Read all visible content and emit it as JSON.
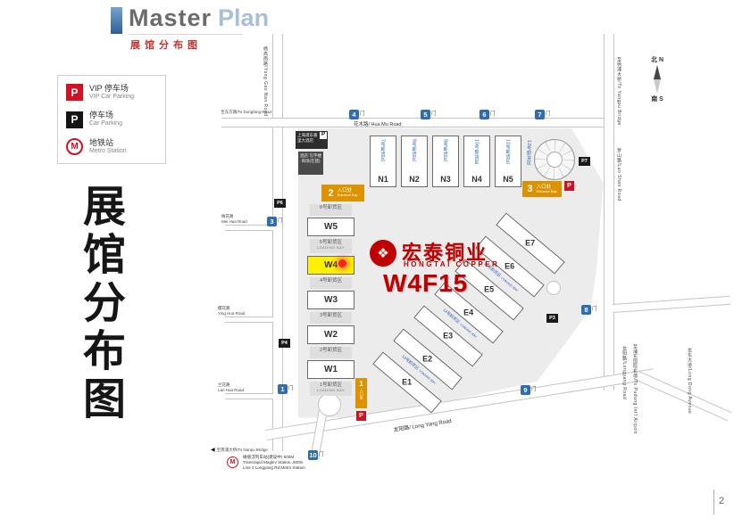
{
  "header": {
    "title_master": "Master",
    "title_plan": "Plan",
    "subtitle": "展馆分布图"
  },
  "legend": {
    "items": [
      {
        "icon": "vip-parking-icon",
        "symbol": "P",
        "zh": "VIP 停车场",
        "en": "VIP Car Parking"
      },
      {
        "icon": "parking-icon",
        "symbol": "P",
        "zh": "停车场",
        "en": "Car Parking"
      },
      {
        "icon": "metro-icon",
        "symbol": "M",
        "zh": "地铁站",
        "en": "Metro Station"
      }
    ]
  },
  "side_title": {
    "chars": [
      "展",
      "馆",
      "分",
      "布",
      "图"
    ]
  },
  "exhibitor": {
    "logo_symbol": "❖",
    "name_zh": "宏泰铜业",
    "name_en": "HONGTAI COPPER",
    "booth": "W4F15",
    "hall": "W4"
  },
  "map": {
    "west": {
      "halls": [
        "W5",
        "W4",
        "W3",
        "W2",
        "W1"
      ],
      "bays": [
        "6号卸货区",
        "5号卸货区",
        "4号卸货区",
        "3号卸货区",
        "2号卸货区",
        "1号卸货区"
      ],
      "loading_bay": "LOADING BAY"
    },
    "north": {
      "halls": [
        {
          "name": "N1",
          "bay": "7号卸货区"
        },
        {
          "name": "N2",
          "bay": "8号卸货区"
        },
        {
          "name": "N3",
          "bay": "9号卸货区"
        },
        {
          "name": "N4",
          "bay": "10号卸货区"
        },
        {
          "name": "N5",
          "bay": "11号卸货区"
        }
      ],
      "extra_bay": "12号卸货区"
    },
    "east": {
      "halls": [
        "E1",
        "E2",
        "E3",
        "E4",
        "E5",
        "E6",
        "E7"
      ],
      "bays": [
        "13号卸货区",
        "14号卸货区",
        "15号卸货区"
      ],
      "loading_bay": "LOADING BAY"
    },
    "entrances": {
      "e1": {
        "num": "1",
        "zh": "入口处",
        "en": "Entrance Bay"
      },
      "e2": {
        "num": "2",
        "zh": "入口处",
        "en": "Entrance Bay"
      },
      "e3": {
        "num": "3",
        "zh": "入口处",
        "en": "Entrance Bay"
      }
    },
    "gates": {
      "suffix": "门",
      "g1": "1",
      "g3": "3",
      "g4": "4",
      "g5": "5",
      "g6": "6",
      "g7": "7",
      "g8": "8",
      "g9": "9",
      "g10": "10"
    },
    "parking": {
      "p3": "P3",
      "p4": "P4",
      "p6": "P6",
      "p7": "P7",
      "vip": "P",
      "hotel_p": "P"
    },
    "roads": {
      "huamu": "花木路/ Hua Mu Road",
      "longyang_diag": "龙阳路/ Long Yang Road",
      "to_dongfang": "至东方路/To Dongfang Road",
      "yanggao": "杨高南路/Yang Gao Nan Road",
      "to_yangpu": "至杨浦大桥/To Yangpu Bridge",
      "luoshan": "罗山路/Luo Shan Road",
      "longyang_v": "龙阳路/Longyang Road",
      "to_airport": "至浦东国际机场/To Pudong Int'l Airport",
      "longdong": "龙东大道/Long Dong Avenue",
      "to_nanpu": "至南浦大桥/To Nanpu Bridge",
      "meihua_zh": "梅花路",
      "meihua_en": "Mei Hua Road",
      "yinghua_zh": "樱花路",
      "yinghua_en": "Ying Hua Road",
      "lanhua_zh": "兰花路",
      "lanhua_en": "Lan Hua Road"
    },
    "hotel": {
      "line1": "上海浦东嘉里大酒店",
      "line2": "酒店·写字楼·商场(在建)"
    },
    "metro_note": {
      "zh": "磁悬浮列车站(建设中) 600M",
      "en1": "Transrapid Maglev Station ,600m",
      "en2": "Line 2 Longyang Rd.Metro Station"
    },
    "compass": {
      "north": "北 N",
      "south": "南 S"
    }
  },
  "page_number": "2",
  "colors": {
    "brand_red": "#c00000",
    "highlight_yellow": "#ffef00",
    "entrance_orange": "#dd9300",
    "gate_blue": "#2e6db4",
    "bay_blue": "#2b5fad"
  }
}
